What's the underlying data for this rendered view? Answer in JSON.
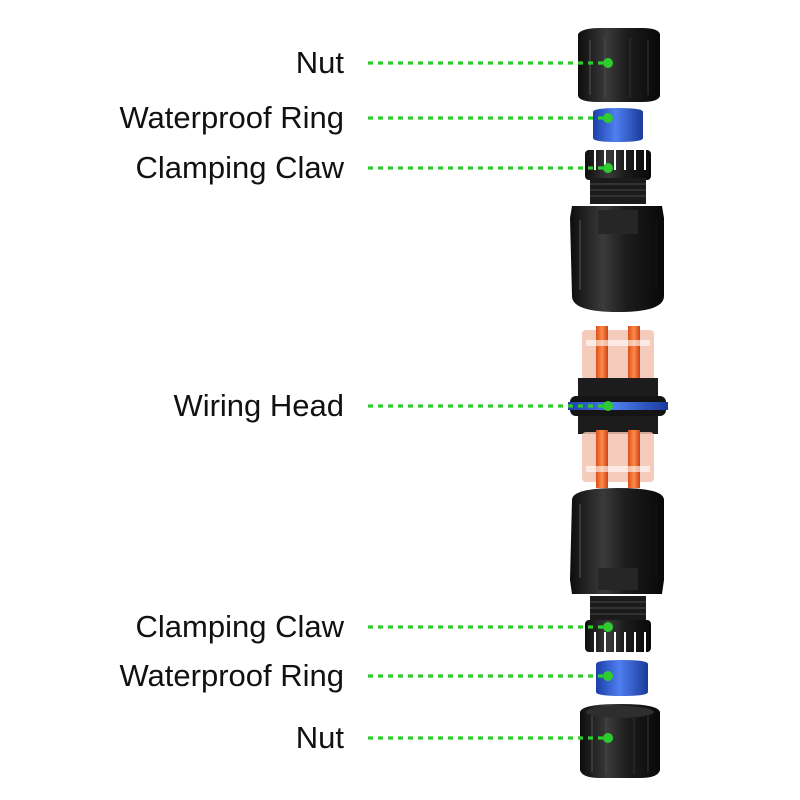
{
  "colors": {
    "leader": "#2ecc2e",
    "part_black": "#1a1a1a",
    "ring_blue": "#2a55c9",
    "terminal_orange": "#f06a2a"
  },
  "labels": [
    {
      "id": "nut-top",
      "text": "Nut"
    },
    {
      "id": "waterproof-ring-top",
      "text": "Waterproof Ring"
    },
    {
      "id": "clamping-claw-top",
      "text": "Clamping Claw"
    },
    {
      "id": "wiring-head",
      "text": "Wiring Head"
    },
    {
      "id": "clamping-claw-bottom",
      "text": "Clamping Claw"
    },
    {
      "id": "waterproof-ring-bottom",
      "text": "Waterproof Ring"
    },
    {
      "id": "nut-bottom",
      "text": "Nut"
    }
  ]
}
